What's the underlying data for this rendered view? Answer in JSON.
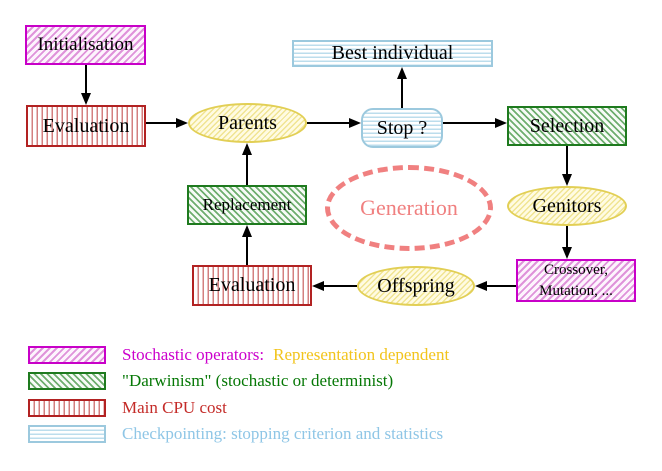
{
  "nodes": {
    "initialisation": "Initialisation",
    "evaluation_top": "Evaluation",
    "parents": "Parents",
    "best_individual": "Best individual",
    "stop": "Stop ?",
    "selection": "Selection",
    "replacement": "Replacement",
    "generation": "Generation",
    "genitors": "Genitors",
    "offspring": "Offspring",
    "evaluation_bottom": "Evaluation",
    "crossover_line1": "Crossover,",
    "crossover_line2": "Mutation, ..."
  },
  "legend": {
    "stochastic_label": "Stochastic operators:",
    "stochastic_extra": "Representation dependent",
    "darwinism_label": "\"Darwinism\" (stochastic or determinist)",
    "cpu_label": "Main CPU cost",
    "checkpoint_label": "Checkpointing: stopping criterion and statistics"
  },
  "colors": {
    "magenta_border": "#C800C8",
    "magenta_hatch": "#DF93DA",
    "red_border": "#B22222",
    "red_hatch": "#D37F7F",
    "green_border": "#1E7A1E",
    "green_hatch": "#6FAE6F",
    "cyan_border": "#9CC9DE",
    "cyan_hatch": "#BCDDEC",
    "yellow_border": "#E2CF55",
    "yellow_fill": "#FFFBE2",
    "yellow_hatch": "#F0E492",
    "salmon_dashed": "#F08080",
    "legend_magenta_text": "#CC00CC",
    "legend_gold_text": "#F2C41C",
    "legend_green_text": "#067806",
    "legend_red_text": "#C42B28",
    "legend_blue_text": "#8FC6E6",
    "arrow": "#000000"
  }
}
